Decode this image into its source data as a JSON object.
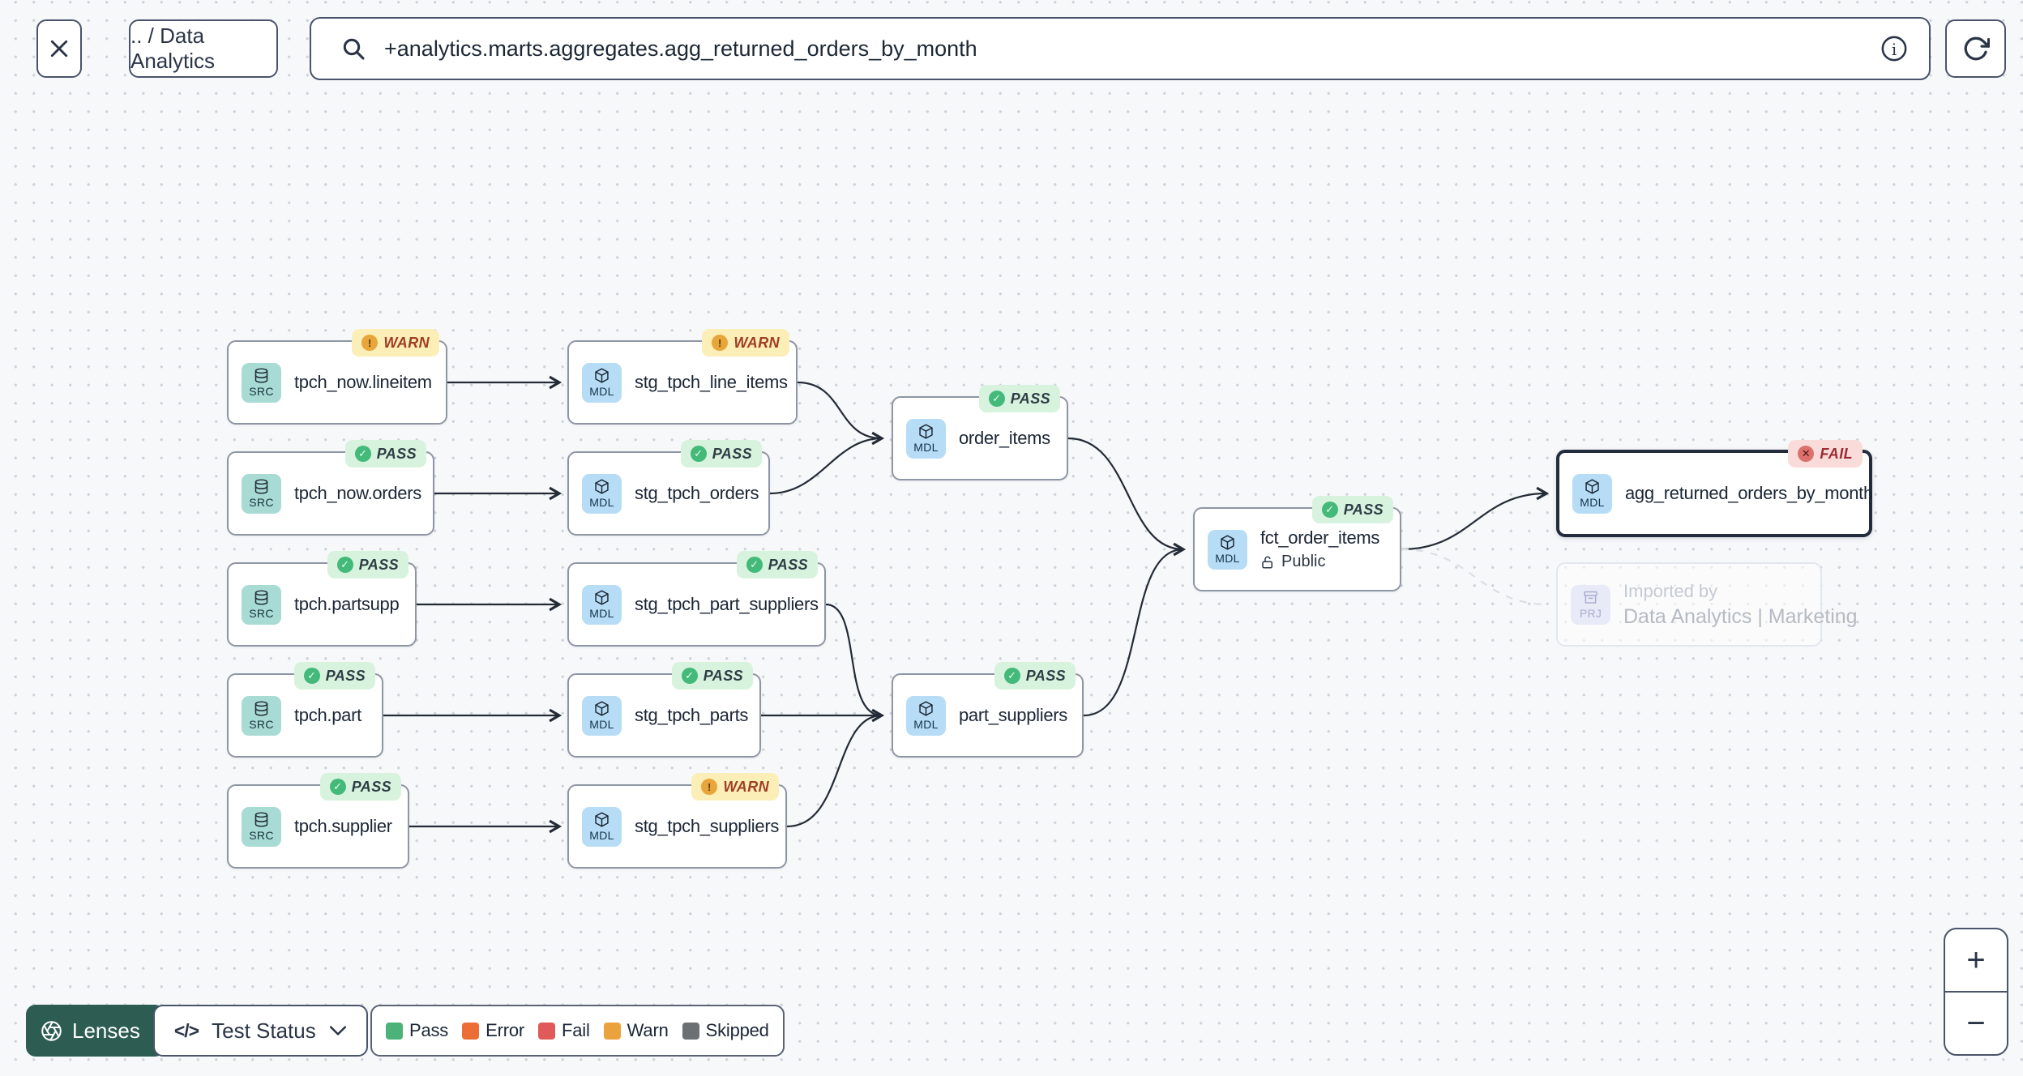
{
  "topbar": {
    "close_icon": "✕",
    "breadcrumb": ".. / Data Analytics",
    "search_value": "+analytics.marts.aggregates.agg_returned_orders_by_month"
  },
  "icons": {
    "pass_glyph": "✓",
    "warn_glyph": "!",
    "fail_glyph": "✕",
    "code_glyph": "</>",
    "zoom_in": "+",
    "zoom_out": "−"
  },
  "nodes": [
    {
      "type": "SRC",
      "label": "tpch_now.lineitem",
      "status": "WARN"
    },
    {
      "type": "MDL",
      "label": "stg_tpch_line_items",
      "status": "WARN"
    },
    {
      "type": "SRC",
      "label": "tpch_now.orders",
      "status": "PASS"
    },
    {
      "type": "MDL",
      "label": "stg_tpch_orders",
      "status": "PASS"
    },
    {
      "type": "SRC",
      "label": "tpch.partsupp",
      "status": "PASS"
    },
    {
      "type": "MDL",
      "label": "stg_tpch_part_suppliers",
      "status": "PASS"
    },
    {
      "type": "SRC",
      "label": "tpch.part",
      "status": "PASS"
    },
    {
      "type": "MDL",
      "label": "stg_tpch_parts",
      "status": "PASS"
    },
    {
      "type": "SRC",
      "label": "tpch.supplier",
      "status": "PASS"
    },
    {
      "type": "MDL",
      "label": "stg_tpch_suppliers",
      "status": "WARN"
    },
    {
      "type": "MDL",
      "label": "order_items",
      "status": "PASS"
    },
    {
      "type": "MDL",
      "label": "part_suppliers",
      "status": "PASS"
    },
    {
      "type": "MDL",
      "label": "fct_order_items",
      "status": "PASS",
      "subtitle": "Public"
    },
    {
      "type": "MDL",
      "label": "agg_returned_orders_by_month",
      "status": "FAIL",
      "selected": true
    },
    {
      "type": "PRJ",
      "line1": "Imported by",
      "line2": "Data Analytics | Marketing"
    }
  ],
  "edges": [
    {
      "from": "tpch_now.lineitem",
      "to": "stg_tpch_line_items"
    },
    {
      "from": "tpch_now.orders",
      "to": "stg_tpch_orders"
    },
    {
      "from": "tpch.partsupp",
      "to": "stg_tpch_part_suppliers"
    },
    {
      "from": "tpch.part",
      "to": "stg_tpch_parts"
    },
    {
      "from": "tpch.supplier",
      "to": "stg_tpch_suppliers"
    },
    {
      "from": "stg_tpch_line_items",
      "to": "order_items"
    },
    {
      "from": "stg_tpch_orders",
      "to": "order_items"
    },
    {
      "from": "stg_tpch_part_suppliers",
      "to": "part_suppliers"
    },
    {
      "from": "stg_tpch_parts",
      "to": "part_suppliers"
    },
    {
      "from": "stg_tpch_suppliers",
      "to": "part_suppliers"
    },
    {
      "from": "order_items",
      "to": "fct_order_items"
    },
    {
      "from": "part_suppliers",
      "to": "fct_order_items"
    },
    {
      "from": "fct_order_items",
      "to": "agg_returned_orders_by_month"
    },
    {
      "from": "fct_order_items",
      "to": "imported-project",
      "style": "dashed"
    }
  ],
  "lenses": {
    "label": "Lenses",
    "selector": "Test Status"
  },
  "legend": {
    "items": [
      {
        "label": "Pass",
        "color": "#4bb377"
      },
      {
        "label": "Error",
        "color": "#eb6e37"
      },
      {
        "label": "Fail",
        "color": "#e15a5a"
      },
      {
        "label": "Warn",
        "color": "#eaa33c"
      },
      {
        "label": "Skipped",
        "color": "#6c7072"
      }
    ]
  },
  "colors": {
    "selected_border": "#222c3c",
    "pass_badge_bg": "#d8f3dd",
    "warn_badge_bg": "#fbeeb6",
    "fail_badge_bg": "#f9dcd9",
    "src_chip": "#a9dbd5",
    "mdl_chip": "#b7ddf6",
    "lenses_green": "#2d5c52"
  }
}
